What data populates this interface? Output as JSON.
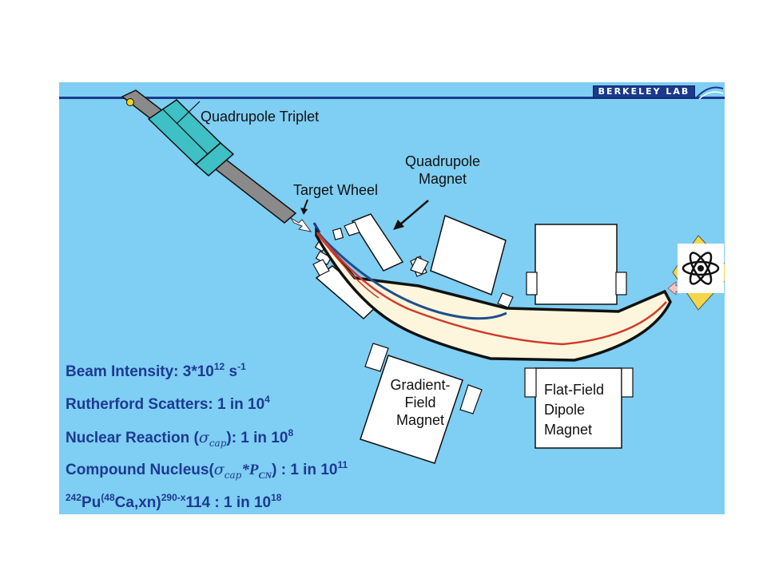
{
  "header": {
    "logo_text": "BERKELEY LAB"
  },
  "labels": {
    "quadrupole_triplet": "Quadrupole Triplet",
    "target_wheel": "Target Wheel",
    "quadrupole_magnet_line1": "Quadrupole",
    "quadrupole_magnet_line2": "Magnet",
    "gradient_field_line1": "Gradient-",
    "gradient_field_line2": "Field",
    "gradient_field_line3": "Magnet",
    "flat_field_line1": "Flat-Field",
    "flat_field_line2": "Dipole",
    "flat_field_line3": "Magnet"
  },
  "stats": {
    "beam_intensity": {
      "label": "Beam Intensity:  3*10",
      "exp": "12",
      "unit": " s",
      "unit_exp": "-1"
    },
    "rutherford": {
      "label": "Rutherford Scatters: 1 in 10",
      "exp": "4"
    },
    "nuclear_reaction": {
      "label_a": "Nuclear Reaction (",
      "sigma": "σ",
      "sigma_sub": "cap",
      "label_b": "): 1 in 10",
      "exp": "8"
    },
    "compound_nucleus": {
      "label_a": "Compound Nucleus(",
      "sigma": "σ",
      "sigma_sub": "cap",
      "mult": "*P",
      "p_sub": "CN",
      "label_b": ") : 1 in 10",
      "exp": "11"
    },
    "reaction": {
      "pre_sup": "242",
      "pu": "Pu",
      "ca_sup": "(48",
      "ca": "Ca,xn)",
      "prod_sup": "290-x",
      "element": "114 : 1 in 10",
      "exp": "18"
    }
  },
  "colors": {
    "background": "#7fcef3",
    "beam_path_red": "#d03a2a",
    "beam_path_blue": "#1f4e8c",
    "stat_text": "#1c3a93",
    "quadrupole_triplet": "#3ec0c4",
    "beamline": "#808080",
    "separator_channel": "#fdf6dc"
  },
  "icons": {
    "atom": "atom-icon"
  }
}
